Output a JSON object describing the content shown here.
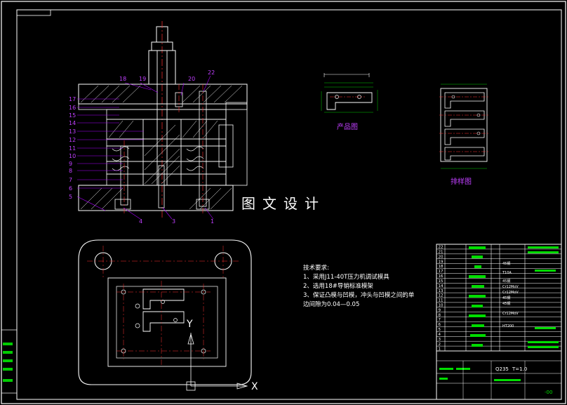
{
  "drawing": {
    "watermark": "图文设计",
    "product_view_label": "产品图",
    "layout_view_label": "排样图",
    "part_numbers_left": [
      "18",
      "19",
      "20",
      "22",
      "17",
      "16",
      "15",
      "14",
      "13",
      "12",
      "11",
      "10",
      "9",
      "8",
      "7",
      "6",
      "5",
      "4",
      "3"
    ],
    "part_number_extra": "1",
    "tech_requirements": {
      "title": "技术要求:",
      "lines": [
        "1、采用J11-40T压力机调试模具",
        "2、选用18#导销标准模架",
        "3、保证凸模与凹模，冲头与凹模之间的单",
        "边间隙为0.04—0.05"
      ]
    },
    "title_block": {
      "material": "Q235",
      "thickness": "T=1.0",
      "drawing_number": "-00"
    },
    "bom_rows": [
      "22",
      "21",
      "20",
      "19",
      "18",
      "17",
      "16",
      "15",
      "14",
      "13",
      "12",
      "11",
      "10",
      "9",
      "8",
      "7",
      "6",
      "5",
      "4",
      "3",
      "2",
      "1"
    ],
    "bom_material_45": "45钢",
    "bom_material_cr": "Cr12MoV",
    "bom_material_t10": "T10A",
    "bom_material_ht": "HT200",
    "axis_x": "X",
    "axis_y": "Y"
  }
}
